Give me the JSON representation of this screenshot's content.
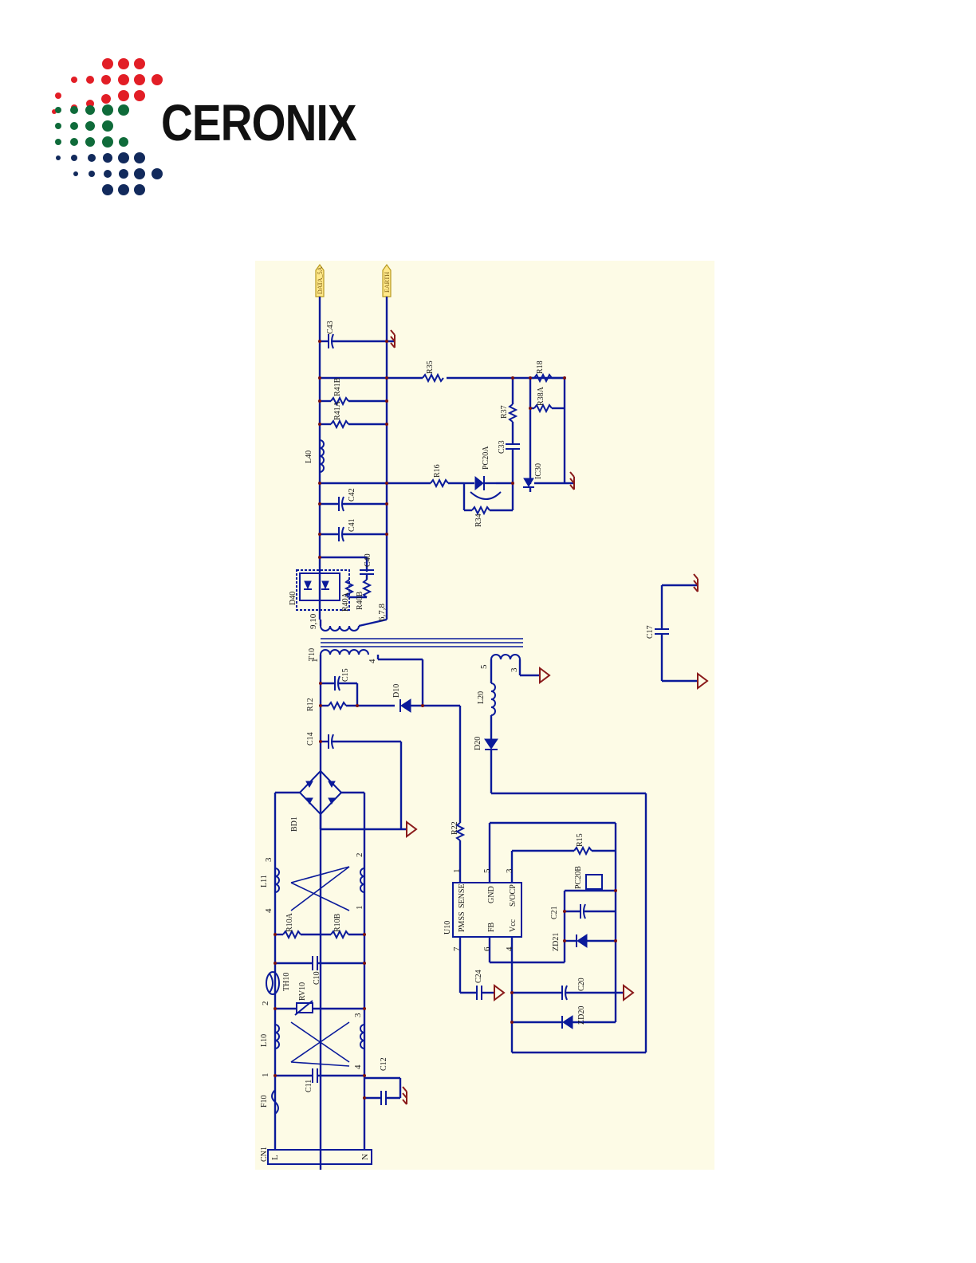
{
  "brand": {
    "name": "CERONIX",
    "logo_colors": {
      "red": "#e21e26",
      "green": "#0f6b3a",
      "navy": "#122a5c"
    }
  },
  "schematic": {
    "background": "#fdfbe6",
    "wire_color": "#0a1a9a",
    "ground_color": "#8a1a1a",
    "ports": [
      "DATA_5A",
      "EARTH"
    ],
    "winding_taps": [
      "9,10",
      "6,7,8"
    ],
    "components": [
      "C43",
      "R35",
      "R18",
      "R41B",
      "R41A",
      "R37",
      "R38A",
      "L40",
      "C33",
      "R16",
      "PC20A",
      "IC30",
      "C42",
      "R34",
      "C41",
      "C40",
      "D40",
      "R40A",
      "R40B",
      "C17",
      "T10",
      "C15",
      "R12",
      "D10",
      "L20",
      "C14",
      "D20",
      "BD1",
      "R22",
      "L11",
      "R15",
      "PC20B",
      "U10",
      "C21",
      "R10A",
      "R10B",
      "ZD21",
      "TH10",
      "C10",
      "RV10",
      "C24",
      "C20",
      "ZD20",
      "L10",
      "C12",
      "C11",
      "F10",
      "CN1"
    ],
    "ic_pins": [
      "SENSE",
      "GND",
      "S/OCP",
      "PMSS",
      "FB",
      "Vcc"
    ],
    "pin_numbers": [
      "1",
      "2",
      "3",
      "4",
      "5",
      "6",
      "7",
      "L",
      "N"
    ]
  }
}
